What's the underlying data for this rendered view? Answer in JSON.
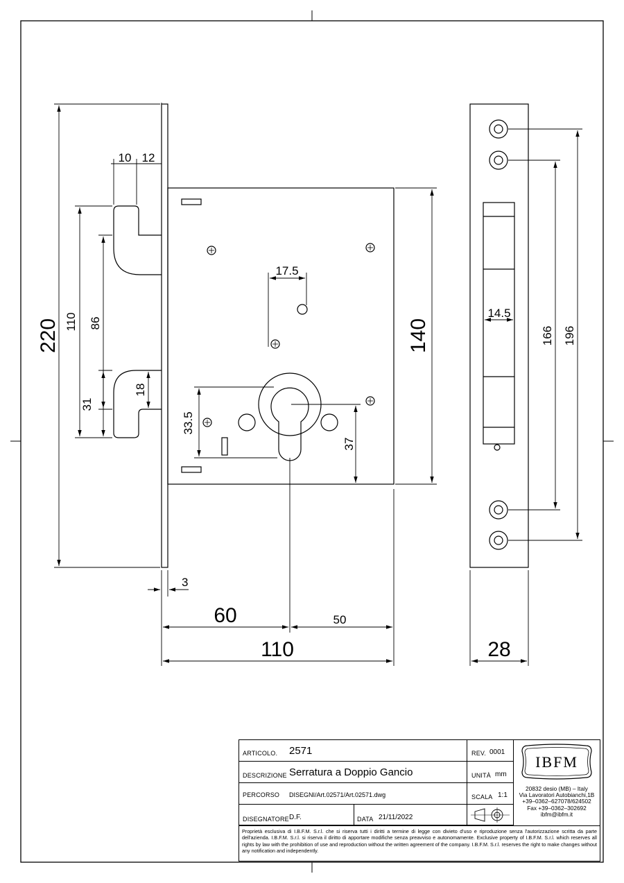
{
  "dimensions": {
    "overall_height": "220",
    "hook_upper_width": "10",
    "hook_upper_offset": "12",
    "hook_span": "110",
    "hook_inner_span": "86",
    "hook_lower_pos": "31",
    "hook_lower_height": "18",
    "case_height": "140",
    "key_offset": "17.5",
    "cylinder_left": "33.5",
    "cylinder_height": "37",
    "faceplate_thickness": "3",
    "backset": "60",
    "case_right": "50",
    "case_depth": "110",
    "faceplate_width": "28",
    "bolt_width": "14.5",
    "inner_hole_span": "166",
    "outer_hole_span": "196"
  },
  "title_block": {
    "articolo_label": "ARTICOLO.",
    "articolo_value": "2571",
    "rev_label": "REV.",
    "rev_value": "0001",
    "descrizione_label": "DESCRIZIONE",
    "descrizione_value": "Serratura a Doppio Gancio",
    "unita_label": "UNITÀ",
    "unita_value": "mm",
    "percorso_label": "PERCORSO",
    "percorso_value": "DISEGNI/Art.02571/Art.02571.dwg",
    "scala_label": "SCALA",
    "scala_value": "1:1",
    "disegnatore_label": "DISEGNATORE",
    "disegnatore_value": "D.F.",
    "data_label": "DATA",
    "data_value": "21/11/2022",
    "logo_text": "IBFM",
    "company_line1": "20832 desio (MB) – Italy",
    "company_line2": "Via Lavoratori Autobianchi,1B",
    "company_line3": "+39–0362–627078/624502",
    "company_line4": "Fax +39–0362–302692",
    "company_line5": "ibfm@ibfm.it",
    "notice": "Proprietà esclusiva di I.B.F.M. S.r.l. che si riserva tutti i diritti a termine di legge con divieto d'uso e riproduzione senza l'autorizzazione scritta da parte dell'azienda. I.B.F.M. S.r.l. si riserva il diritto di apportare modifiche senza preavviso e autonomamente. Exclusive property of I.B.F.M. S.r.l. which reserves all rights by law with the prohibition of use and reproduction without the written agreement of the company. I.B.F.M. S.r.l. reserves the right to make changes without any notification and independently."
  }
}
